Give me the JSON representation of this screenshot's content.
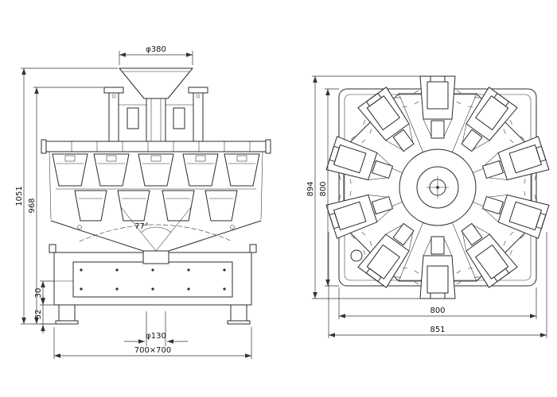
{
  "drawing": {
    "background_color": "#ffffff",
    "line_color": "#2b2b2b",
    "dimension_color": "#333333"
  },
  "front_view": {
    "dim_top_diameter": "φ380",
    "dim_total_height": "1051",
    "dim_body_height": "968",
    "dim_cone_angle": "77°",
    "dim_frame_gap": "30",
    "dim_foot_height": "52",
    "dim_outlet_diameter": "φ130",
    "dim_base": "700×700"
  },
  "plan_view": {
    "dim_overall_depth": "894",
    "dim_frame_depth": "800",
    "dim_frame_width": "800",
    "dim_overall_width": "851"
  }
}
